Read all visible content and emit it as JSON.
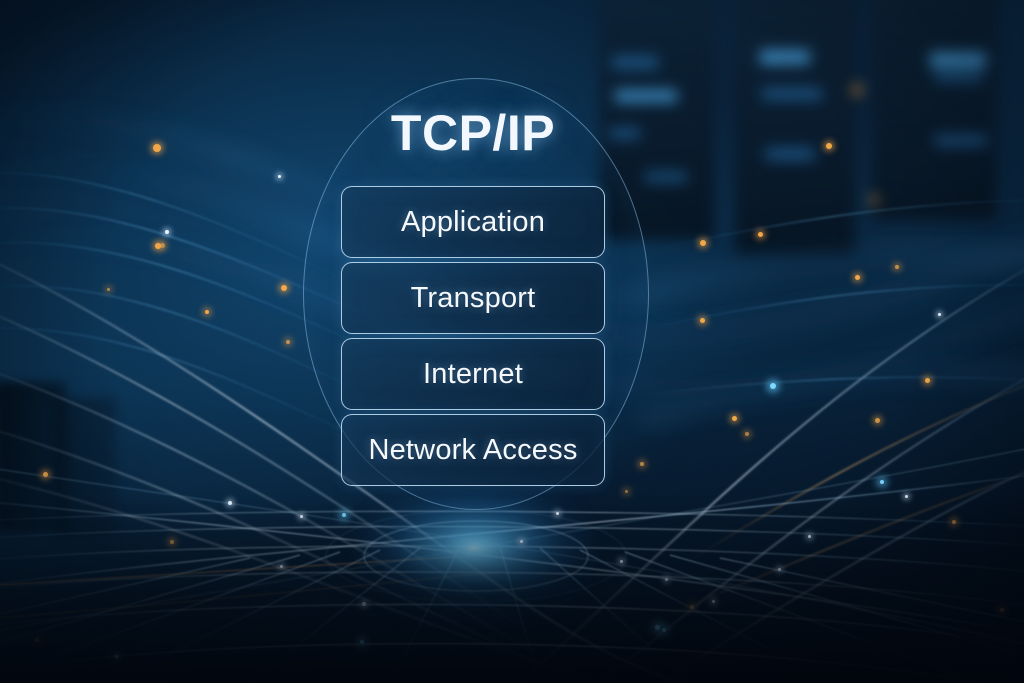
{
  "graphic": {
    "title": "TCP/IP",
    "layers": [
      {
        "label": "Application"
      },
      {
        "label": "Transport"
      },
      {
        "label": "Internet"
      },
      {
        "label": "Network Access"
      }
    ],
    "colors": {
      "background_deep": "#071a2e",
      "background_mid": "#0b2f4d",
      "background_dark": "#020a14",
      "box_border": "#c4e2f8",
      "box_fill": "#163a5a",
      "text": "#f4f9fe",
      "halo_ring": "#96cdf5",
      "accent_cyan": "#7fd8ff",
      "accent_amber": "#f0a849",
      "grid_line": "#8fc4e8"
    }
  }
}
